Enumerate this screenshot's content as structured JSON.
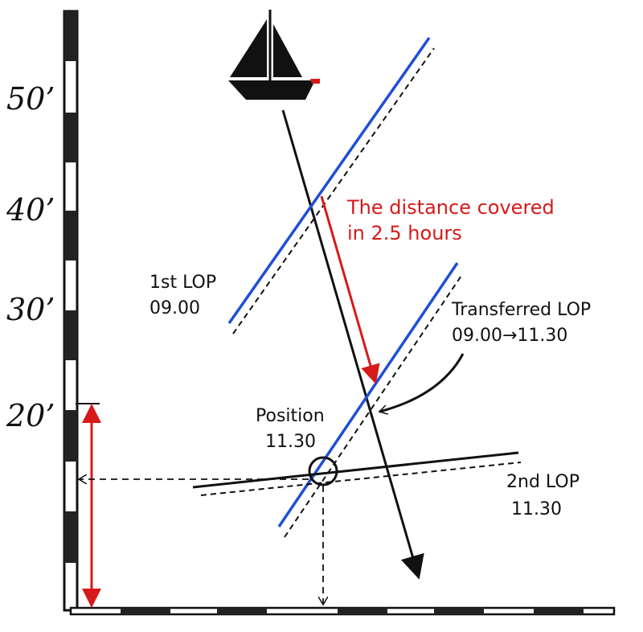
{
  "scale": {
    "labels": [
      "50’",
      "40’",
      "30’",
      "20’"
    ]
  },
  "annotations": {
    "distance_line1": "The distance covered",
    "distance_line2": "in 2.5 hours",
    "lop1_name": "1st LOP",
    "lop1_time": "09.00",
    "transferred_name": "Transferred LOP",
    "transferred_time": "09.00→11.30",
    "position_name": "Position",
    "position_time": "11.30",
    "lop2_name": "2nd LOP",
    "lop2_time": "11.30"
  },
  "colors": {
    "lop_blue": "#1f4fd6",
    "annotation_red": "#d61a1a",
    "ink": "#111111"
  },
  "icons": {
    "boat": "sailboat-icon",
    "fix": "position-circle-icon"
  }
}
